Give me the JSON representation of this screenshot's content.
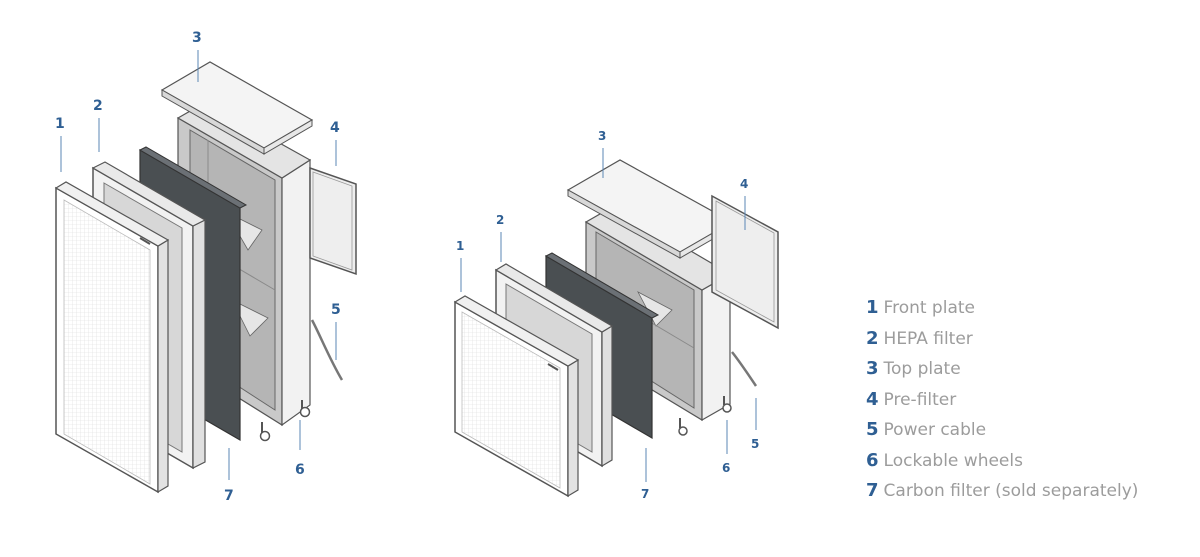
{
  "diagram": {
    "callouts_left": [
      "1",
      "2",
      "3",
      "4",
      "5",
      "6",
      "7"
    ],
    "callouts_right": [
      "1",
      "2",
      "3",
      "4",
      "5",
      "6",
      "7"
    ]
  },
  "legend": {
    "items": [
      {
        "num": "1",
        "label": "Front plate"
      },
      {
        "num": "2",
        "label": "HEPA filter"
      },
      {
        "num": "3",
        "label": "Top plate"
      },
      {
        "num": "4",
        "label": "Pre-filter"
      },
      {
        "num": "5",
        "label": "Power cable"
      },
      {
        "num": "6",
        "label": "Lockable wheels"
      },
      {
        "num": "7",
        "label": "Carbon filter (sold separately)"
      }
    ]
  },
  "colors": {
    "callout": "#2f5f93",
    "legend_text": "#9c9c9c",
    "outline": "#555555",
    "carbon": "#4a4f52",
    "panel": "#f4f4f4",
    "interior": "#b8b8b8"
  }
}
